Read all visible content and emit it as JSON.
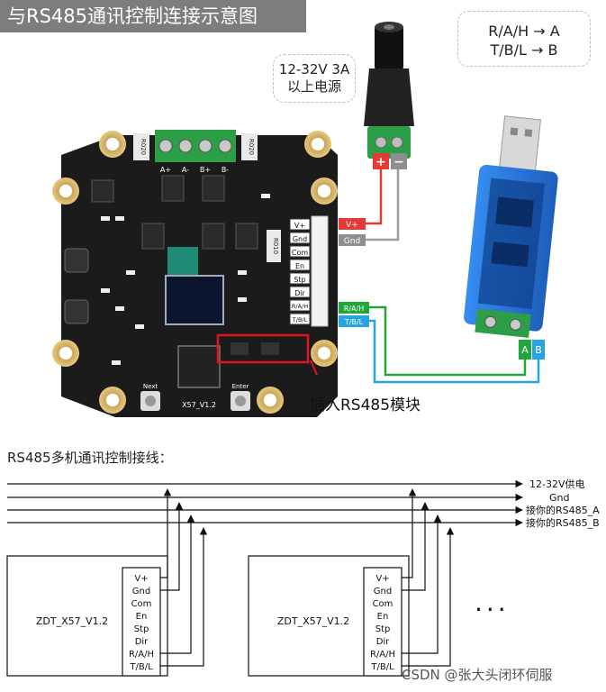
{
  "header": {
    "title": "与RS485通讯控制连接示意图"
  },
  "callouts": {
    "power_line1": "12-32V 3A",
    "power_line2": "以上电源",
    "mapping_line1": "R/A/H → A",
    "mapping_line2": "T/B/L → B"
  },
  "power_jack": {
    "plus": "+",
    "minus": "−"
  },
  "board": {
    "motor_terminal_labels": [
      "A+",
      "A-",
      "B+",
      "B-"
    ],
    "resistor_labels": [
      "R020",
      "R020",
      "R010"
    ],
    "pins": [
      "V+",
      "Gnd",
      "Com",
      "En",
      "Stp",
      "Dir",
      "R/A/H",
      "T/B/L"
    ],
    "wire_tags": [
      "V+",
      "Gnd",
      "R/A/H",
      "T/B/L"
    ],
    "button_next": "Next",
    "button_enter": "Enter",
    "model_print": "X57_V1.2",
    "insert_label": "插入RS485模块"
  },
  "usb_adapter": {
    "terminal_a": "A",
    "terminal_b": "B"
  },
  "wiring": {
    "section_title": "RS485多机通讯控制接线：",
    "bus_labels": [
      "12-32V供电",
      "Gnd",
      "接你的RS485_A",
      "接你的RS485_B"
    ],
    "unit_name": "ZDT_X57_V1.2",
    "pins": [
      "V+",
      "Gnd",
      "Com",
      "En",
      "Stp",
      "Dir",
      "R/A/H",
      "T/B/L"
    ],
    "more": "..."
  },
  "watermark": "CSDN @张大头闭环伺服",
  "colors": {
    "board": "#1b1b1b",
    "terminal_green": "#2c9e45",
    "wire_red": "#e53935",
    "wire_gray": "#9e9e9e",
    "wire_green": "#22a63a",
    "wire_blue": "#29a3e0",
    "usb_blue": "#1e73d8",
    "highlight_red": "#e0141e"
  }
}
